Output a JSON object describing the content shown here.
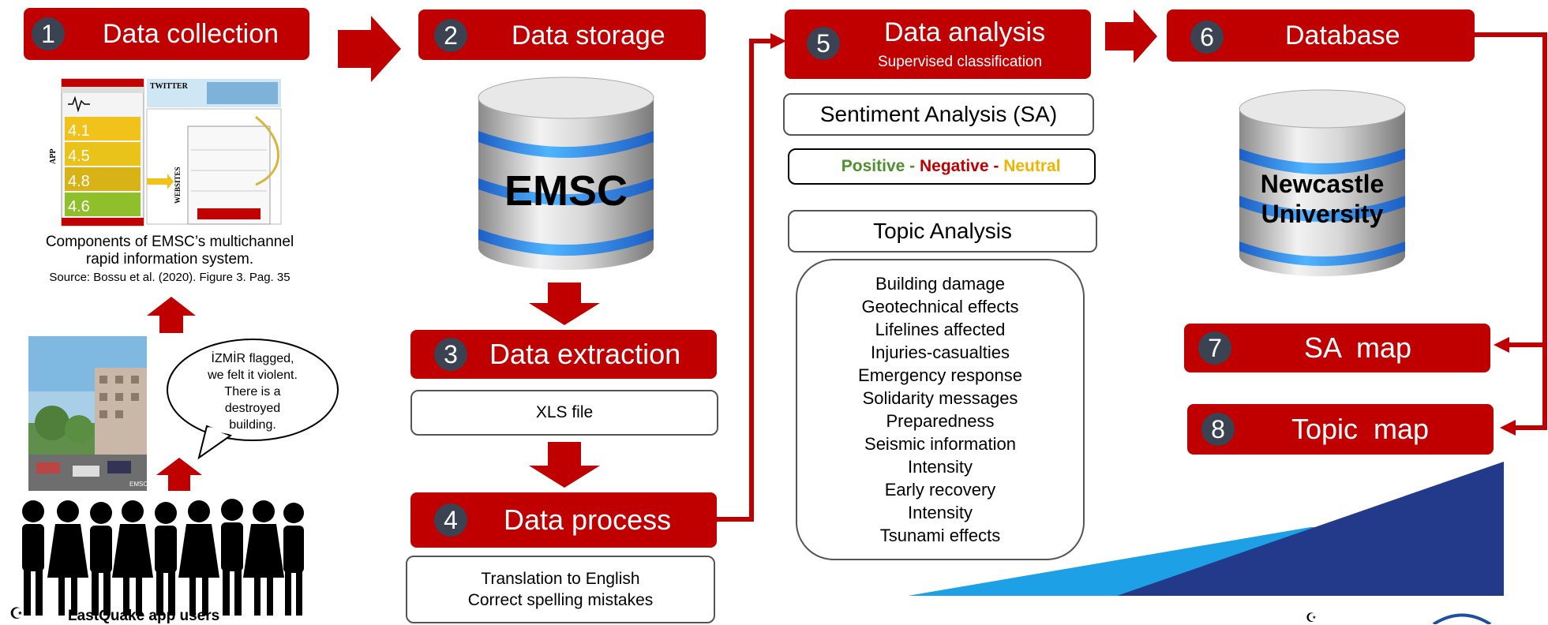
{
  "colors": {
    "step_red": "#c00000",
    "badge": "#3b4252",
    "positive": "#4e8f2e",
    "negative": "#c00000",
    "neutral": "#f0b400",
    "cyl_blue": "#2f8ef0",
    "triangle_dark": "#233a8b",
    "triangle_light": "#1ea0e6"
  },
  "steps": {
    "s1": {
      "num": "1",
      "title": "Data collection"
    },
    "s2": {
      "num": "2",
      "title": "Data storage"
    },
    "s3": {
      "num": "3",
      "title": "Data extraction"
    },
    "s4": {
      "num": "4",
      "title": "Data process"
    },
    "s5": {
      "num": "5",
      "title": "Data analysis",
      "subtitle": "Supervised classification"
    },
    "s6": {
      "num": "6",
      "title": "Database"
    },
    "s7": {
      "num": "7",
      "title": "SA  map"
    },
    "s8": {
      "num": "8",
      "title": "Topic  map"
    }
  },
  "collection": {
    "caption1": "Components of EMSC’s  multichannel",
    "caption2": "rapid information system.",
    "source": "Source: Bossu et al. (2020). Figure 3. Pag. 35",
    "speech1": "İZMİR flagged,",
    "speech2": "we felt it violent.",
    "speech3": "There is a",
    "speech4": "destroyed",
    "speech5": "building.",
    "users_label": "LastQuake app users",
    "twitter": "TWITTER",
    "app": "APP",
    "websites": "WEBSITES",
    "watermark": "EMSC",
    "mags": [
      "4.1",
      "4.5",
      "4.8",
      "4.6"
    ]
  },
  "storage": {
    "cyl_label": "EMSC"
  },
  "extraction": {
    "file": "XLS  file"
  },
  "process": {
    "line1": "Translation to English",
    "line2": "Correct spelling mistakes"
  },
  "analysis": {
    "sa": "Sentiment Analysis (SA)",
    "positive": "Positive",
    "sep1": " - ",
    "negative": "Negative",
    "sep2": " - ",
    "neutral": "Neutral",
    "topic": "Topic Analysis",
    "topics": [
      "Building damage",
      "Geotechnical effects",
      "Lifelines affected",
      "Injuries-casualties",
      "Emergency response",
      "Solidarity messages",
      "Preparedness",
      "Seismic information",
      "Intensity",
      "Early recovery",
      "Intensity",
      "Tsunami effects"
    ]
  },
  "database": {
    "line1": "Newcastle",
    "line2": "University"
  }
}
